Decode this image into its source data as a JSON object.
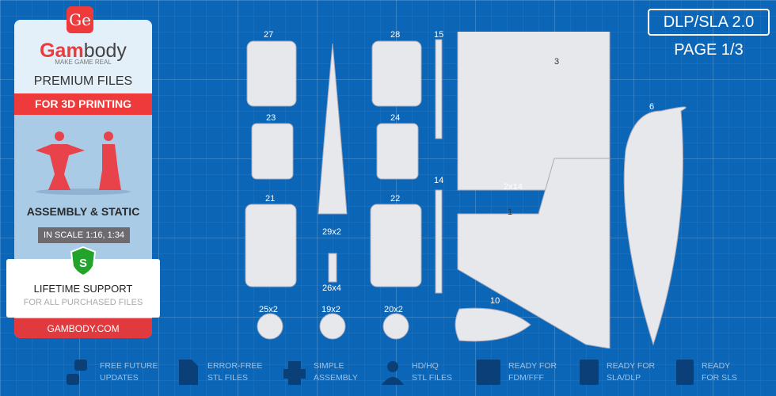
{
  "sidebar": {
    "logo_badge": "Ge",
    "brand_red": "Gam",
    "brand_rest": "body",
    "tagline": "MAKE GAME REAL",
    "premium": "PREMIUM FILES",
    "printing": "FOR 3D PRINTING",
    "assembly": "ASSEMBLY & STATIC",
    "scale": "IN SCALE 1:16, 1:34",
    "shield_letter": "S",
    "support_title": "LIFETIME SUPPORT",
    "support_sub": "FOR ALL PURCHASED FILES",
    "site": "GAMBODY.COM"
  },
  "header": {
    "format": "DLP/SLA 2.0",
    "page": "PAGE 1/3"
  },
  "parts": {
    "p27": "27",
    "p28": "28",
    "p15": "15",
    "p3": "3",
    "p23": "23",
    "p24": "24",
    "p6": "6",
    "p2x14": "2x14",
    "p14": "14",
    "p21": "21",
    "p22": "22",
    "p1": "1",
    "p29x2": "29x2",
    "p26x4": "26x4",
    "p25x2": "25x2",
    "p19x2": "19x2",
    "p20x2": "20x2",
    "p10": "10"
  },
  "features": [
    {
      "icon": "refresh-icon",
      "l1": "FREE FUTURE",
      "l2": "UPDATES"
    },
    {
      "icon": "file-check-icon",
      "l1": "ERROR-FREE",
      "l2": "STL FILES"
    },
    {
      "icon": "puzzle-icon",
      "l1": "SIMPLE",
      "l2": "ASSEMBLY"
    },
    {
      "icon": "bust-icon",
      "l1": "HD/HQ",
      "l2": "STL FILES"
    },
    {
      "icon": "fdm-printer-icon",
      "l1": "READY FOR",
      "l2": "FDM/FFF"
    },
    {
      "icon": "sla-printer-icon",
      "l1": "READY FOR",
      "l2": "SLA/DLP"
    },
    {
      "icon": "sls-printer-icon",
      "l1": "READY",
      "l2": "FOR SLS"
    }
  ],
  "colors": {
    "background": "#0b66b8",
    "accent": "#ee3a3a",
    "green": "#22a32a"
  }
}
